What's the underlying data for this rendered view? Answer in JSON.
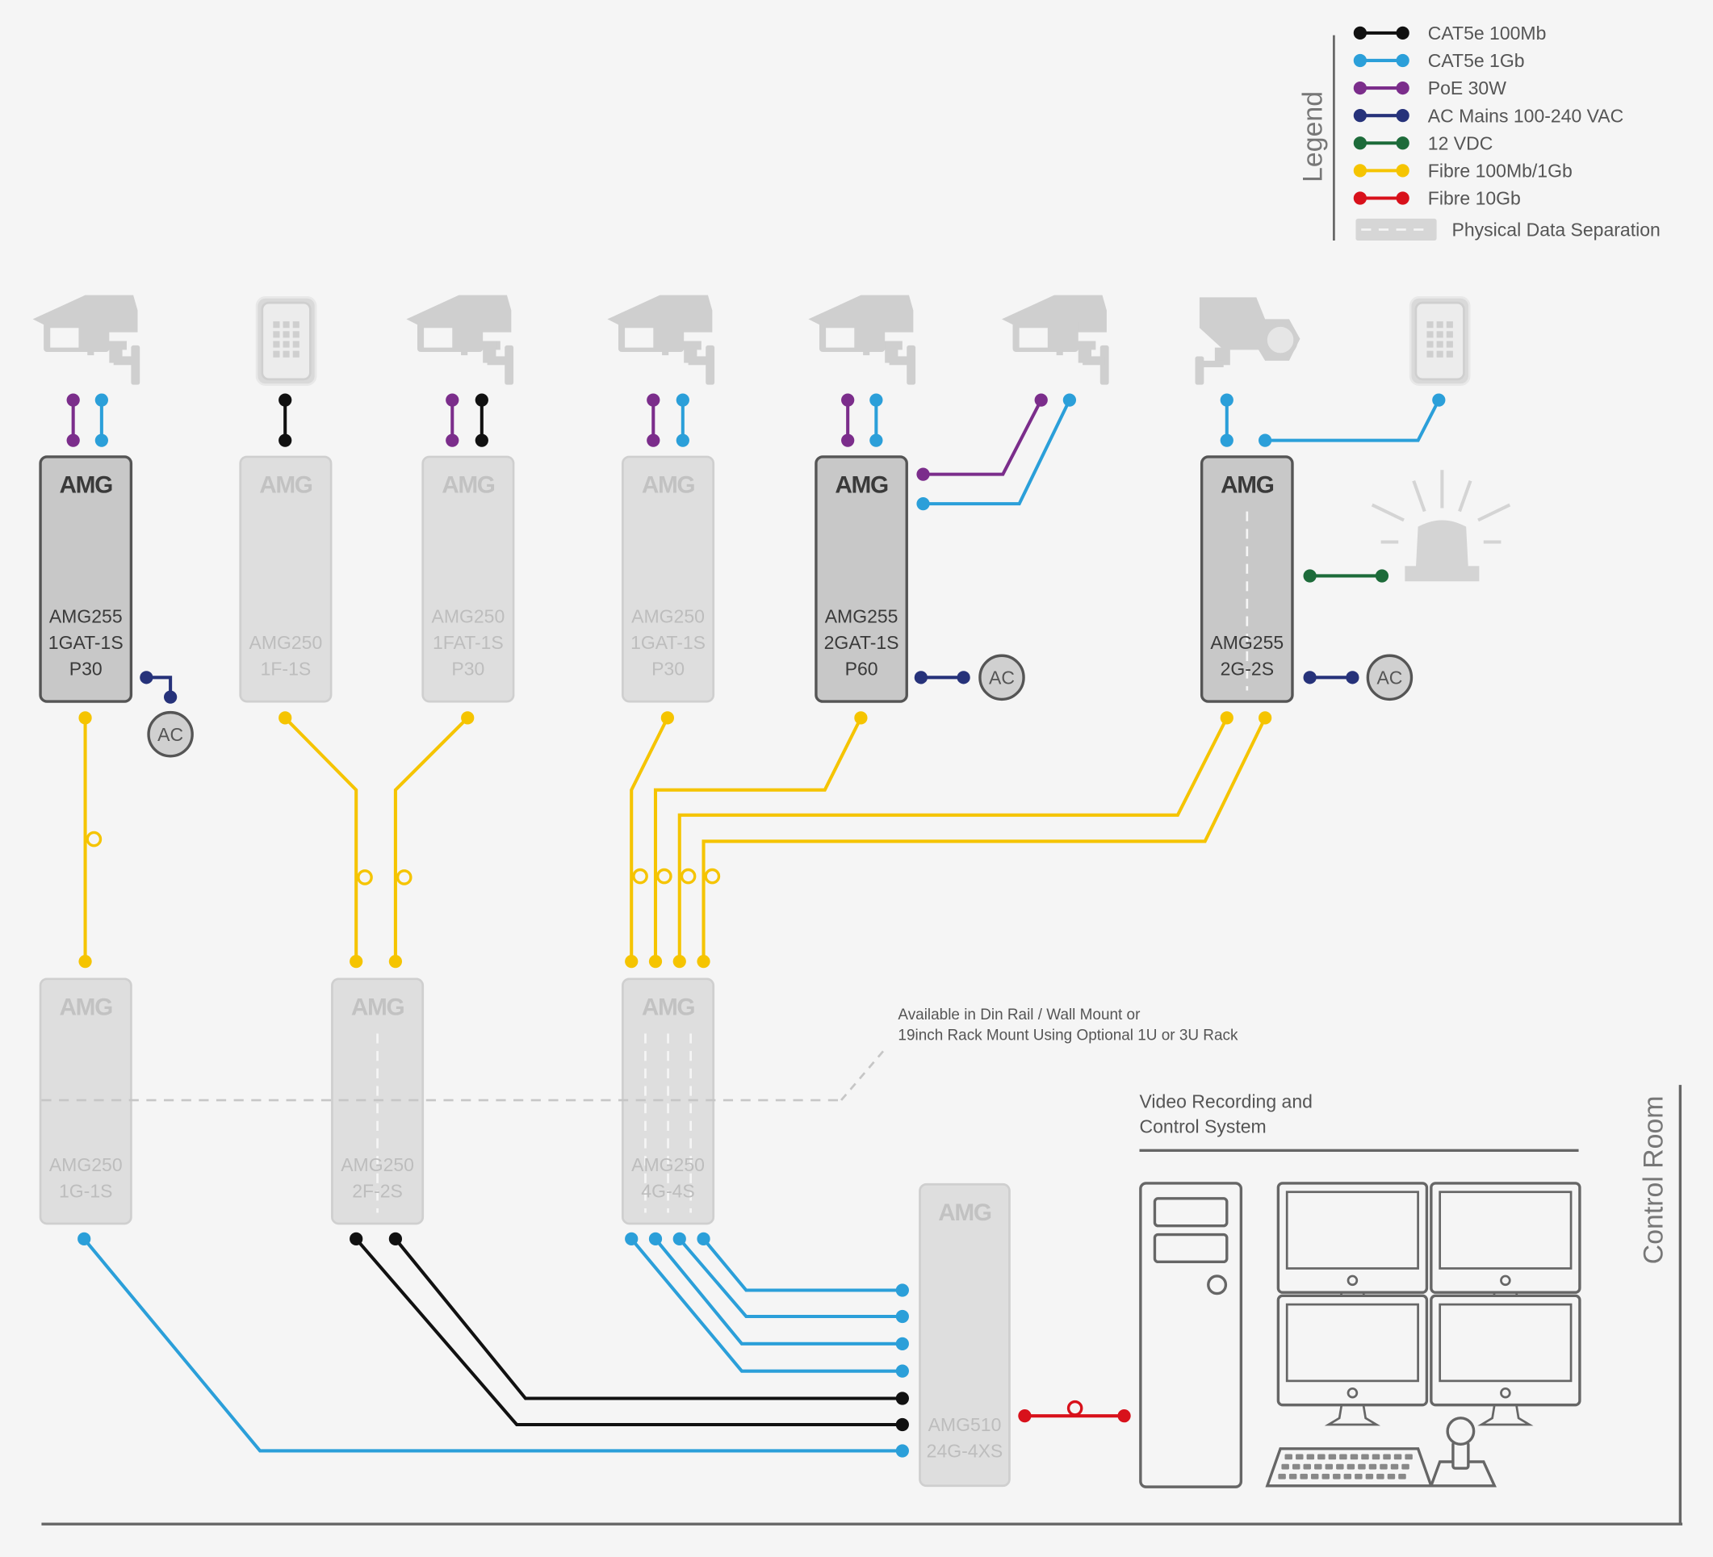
{
  "legend": {
    "title": "Legend",
    "items": [
      {
        "label": "CAT5e 100Mb",
        "color": "#111111"
      },
      {
        "label": "CAT5e 1Gb",
        "color": "#2b9fd9"
      },
      {
        "label": "PoE 30W",
        "color": "#7b2d8b"
      },
      {
        "label": "AC Mains 100-240 VAC",
        "color": "#26327a"
      },
      {
        "label": "12 VDC",
        "color": "#1d6b3a"
      },
      {
        "label": "Fibre 100Mb/1Gb",
        "color": "#f5c400"
      },
      {
        "label": "Fibre 10Gb",
        "color": "#d8111b"
      }
    ],
    "separation_label": "Physical Data Separation"
  },
  "brand": "AMG",
  "edge_units": [
    {
      "id": "u1",
      "lines": [
        "AMG255",
        "1GAT-1S",
        "P30"
      ],
      "active": true
    },
    {
      "id": "u2",
      "lines": [
        "AMG250",
        "1F-1S"
      ],
      "active": false
    },
    {
      "id": "u3",
      "lines": [
        "AMG250",
        "1FAT-1S",
        "P30"
      ],
      "active": false
    },
    {
      "id": "u4",
      "lines": [
        "AMG250",
        "1GAT-1S",
        "P30"
      ],
      "active": false
    },
    {
      "id": "u5",
      "lines": [
        "AMG255",
        "2GAT-1S",
        "P60"
      ],
      "active": true
    },
    {
      "id": "u6",
      "lines": [
        "AMG255",
        "2G-2S"
      ],
      "active": true
    }
  ],
  "aggregation_units": [
    {
      "id": "b1",
      "lines": [
        "AMG250",
        "1G-1S"
      ]
    },
    {
      "id": "b2",
      "lines": [
        "AMG250",
        "2F-2S"
      ]
    },
    {
      "id": "b3",
      "lines": [
        "AMG250",
        "4G-4S"
      ]
    }
  ],
  "core_switch": {
    "lines": [
      "AMG510",
      "24G-4XS"
    ]
  },
  "ac_label": "AC",
  "mount_note": [
    "Available in Din Rail / Wall Mount or",
    "19inch Rack Mount Using Optional 1U or 3U Rack"
  ],
  "vrcs_label": [
    "Video Recording and",
    "Control System"
  ],
  "control_room_label": "Control Room",
  "devices": {
    "cameras": [
      "camera-icon",
      "camera-icon",
      "camera-icon",
      "camera-icon",
      "camera-icon",
      "dome-camera-icon"
    ],
    "keypads": [
      "keypad-icon",
      "keypad-icon"
    ],
    "beacon": "beacon-icon"
  }
}
